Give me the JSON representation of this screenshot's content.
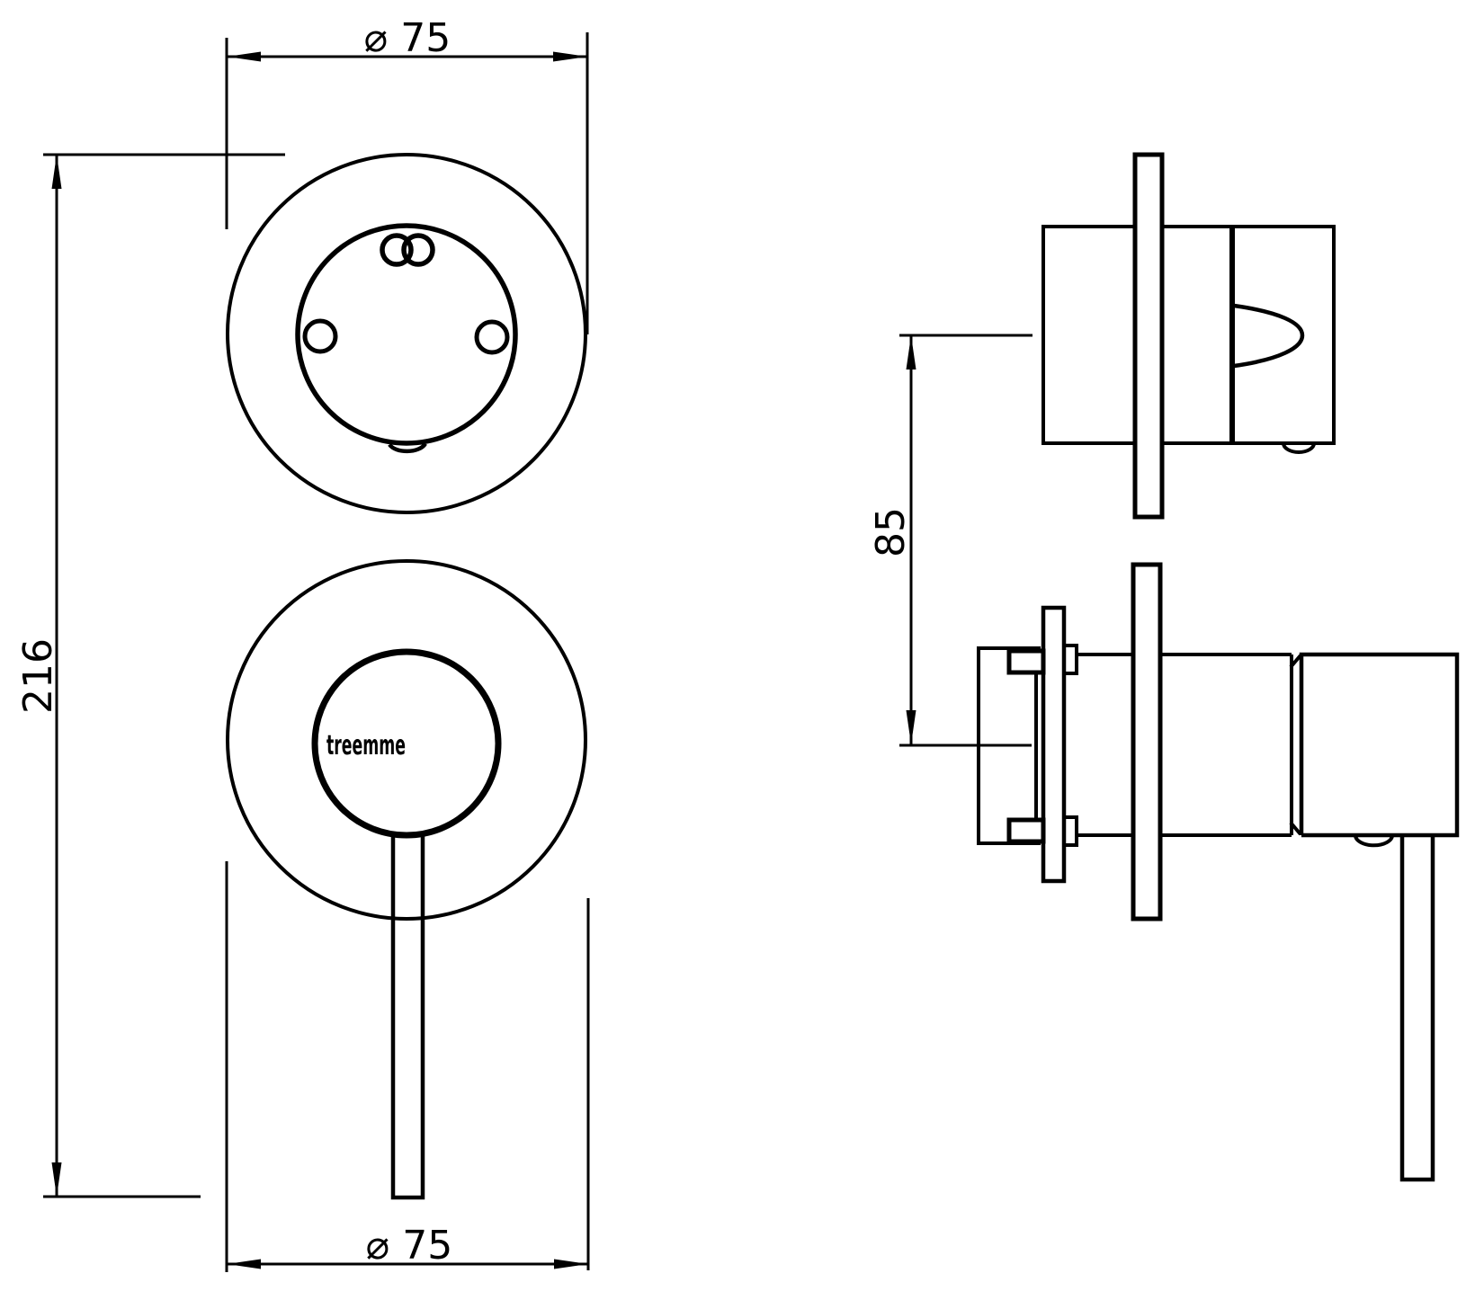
{
  "colors": {
    "line": "#000000",
    "background": "#ffffff"
  },
  "logo": {
    "text": "treemme"
  },
  "dimensions": {
    "top_diameter": {
      "label": "⌀ 75"
    },
    "bottom_diameter": {
      "label": "⌀ 75"
    },
    "overall_height": {
      "label": "216"
    },
    "wall_depth": {
      "label": "85"
    }
  }
}
